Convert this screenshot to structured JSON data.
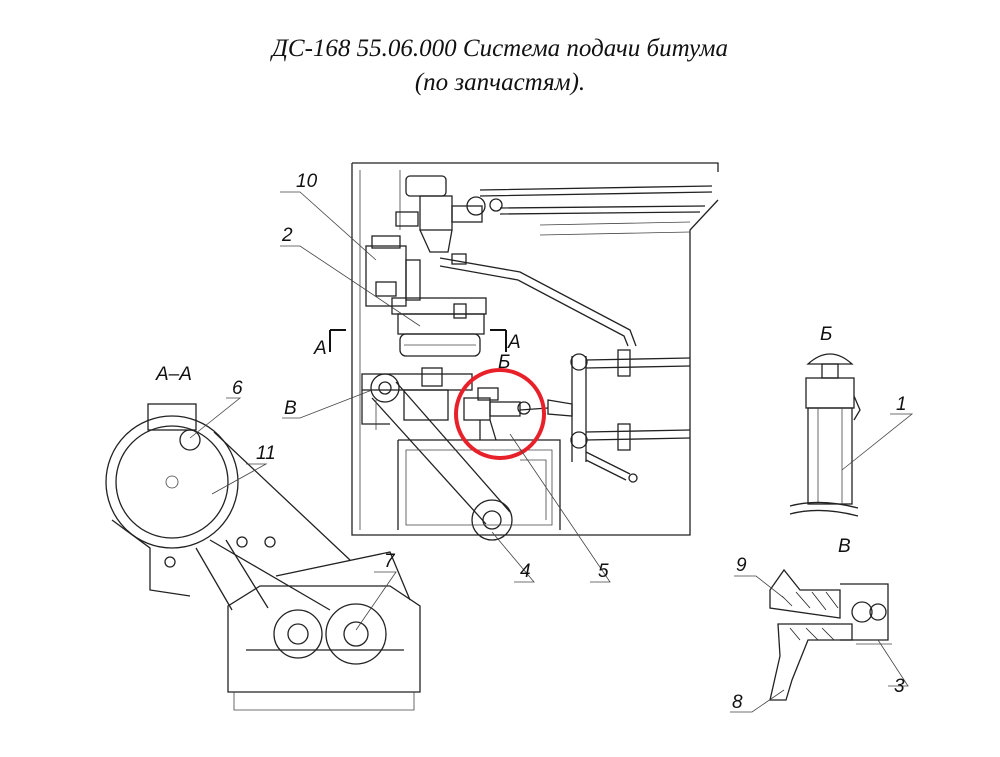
{
  "header": {
    "title_line1": "ДС-168 55.06.000 Система подачи битума",
    "title_line2": "(по запчастям)."
  },
  "labels": {
    "section_aa": "А–А",
    "cut_a_left": "А",
    "cut_a_right": "А",
    "view_b_main": "Б",
    "view_b_detail": "Б",
    "view_v_main": "В",
    "view_v_detail": "В",
    "part_1": "1",
    "part_2": "2",
    "part_3": "3",
    "part_4": "4",
    "part_5": "5",
    "part_6": "6",
    "part_7": "7",
    "part_8": "8",
    "part_9": "9",
    "part_10": "10",
    "part_11": "11"
  },
  "colors": {
    "ink": "#222222",
    "highlight": "#e8202a",
    "background": "#ffffff"
  }
}
